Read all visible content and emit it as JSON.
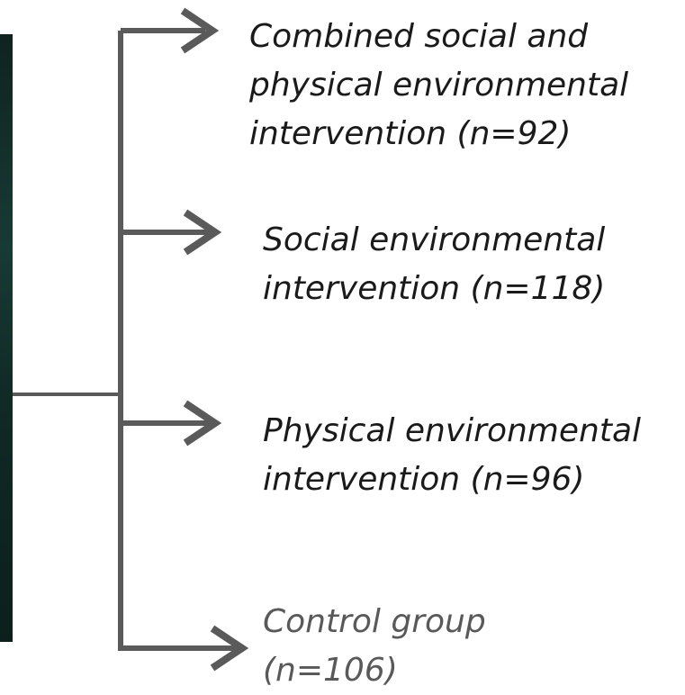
{
  "groups": [
    {
      "label": "Combined social and\nphysical environmental\nintervention (n=92)"
    },
    {
      "label": "Social environmental\nintervention (n=118)"
    },
    {
      "label": "Physical environmental\nintervention (n=96)"
    },
    {
      "label": "Control group\n(n=106)"
    }
  ],
  "colors": {
    "connector": "#5a5a5a",
    "text": "#1a1a1a",
    "muted_text": "#595959"
  }
}
